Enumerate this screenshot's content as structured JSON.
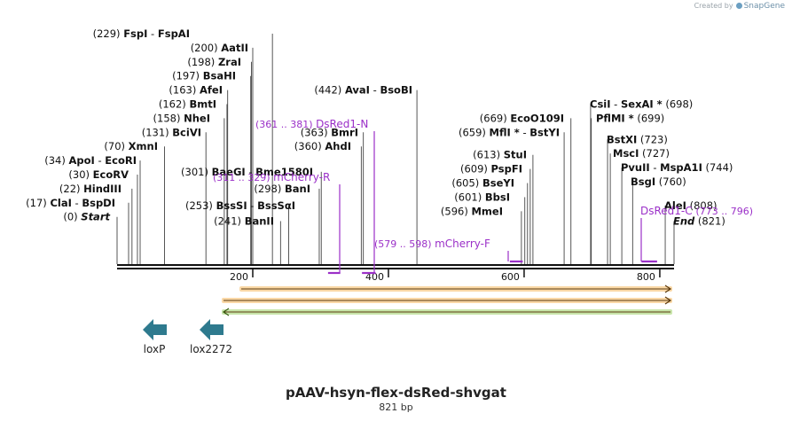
{
  "app": {
    "credit": "Created by",
    "brand": "SnapGene"
  },
  "plasmid": {
    "name": "pAAV-hsyn-flex-dsRed-shvgat",
    "length_label": "821 bp",
    "length": 821
  },
  "ruler": {
    "ticks": [
      200,
      400,
      600,
      800
    ]
  },
  "sites": [
    {
      "pos": "(229)",
      "name": "FspI",
      "name2": "FspAI",
      "side": "L",
      "row": 0,
      "bp": 229
    },
    {
      "pos": "(200)",
      "name": "AatII",
      "side": "L",
      "row": 1,
      "bp": 200
    },
    {
      "pos": "(198)",
      "name": "ZraI",
      "side": "L",
      "row": 2,
      "bp": 198
    },
    {
      "pos": "(197)",
      "name": "BsaHI",
      "side": "L",
      "row": 3,
      "bp": 197
    },
    {
      "pos": "(163)",
      "name": "AfeI",
      "side": "L",
      "row": 4,
      "bp": 163
    },
    {
      "pos": "(162)",
      "name": "BmtI",
      "side": "L",
      "row": 5,
      "bp": 162
    },
    {
      "pos": "(158)",
      "name": "NheI",
      "side": "L",
      "row": 6,
      "bp": 158
    },
    {
      "pos": "(131)",
      "name": "BciVI",
      "side": "L",
      "row": 7,
      "bp": 131
    },
    {
      "pos": "(70)",
      "name": "XmnI",
      "side": "L",
      "row": 8,
      "bp": 70
    },
    {
      "pos": "(34)",
      "name": "ApoI",
      "name2": "EcoRI",
      "side": "L",
      "row": 9,
      "bp": 34
    },
    {
      "pos": "(30)",
      "name": "EcoRV",
      "side": "L",
      "row": 10,
      "bp": 30
    },
    {
      "pos": "(22)",
      "name": "HindIII",
      "side": "L",
      "row": 11,
      "bp": 22
    },
    {
      "pos": "(17)",
      "name": "ClaI",
      "name2": "BspDI",
      "side": "L",
      "row": 12,
      "bp": 17
    },
    {
      "pos": "(0)",
      "name": "Start",
      "italic": true,
      "side": "L",
      "row": 13,
      "bp": 0
    },
    {
      "pos": "(301)",
      "name": "BaeGI",
      "name2": "Bme1580I",
      "side": "L",
      "row": 9.8,
      "bp": 301
    },
    {
      "pos": "(298)",
      "name": "BanI",
      "side": "L",
      "row": 11,
      "bp": 298
    },
    {
      "pos": "(253)",
      "name": "BssSI",
      "name2": "BssSαI",
      "side": "L",
      "row": 12.2,
      "bp": 253
    },
    {
      "pos": "(241)",
      "name": "BanII",
      "side": "L",
      "row": 13.3,
      "bp": 241
    },
    {
      "pos": "(442)",
      "name": "AvaI",
      "name2": "BsoBI",
      "side": "L",
      "row": 4,
      "bp": 442
    },
    {
      "pos": "(363)",
      "name": "BmrI",
      "side": "L",
      "row": 7,
      "bp": 363
    },
    {
      "pos": "(360)",
      "name": "AhdI",
      "side": "L",
      "row": 8,
      "bp": 360
    },
    {
      "pos": "(669)",
      "name": "EcoO109I",
      "side": "L",
      "row": 6,
      "bp": 669
    },
    {
      "pos": "(659)",
      "name": "MflI *",
      "name2": "BstYI",
      "side": "L",
      "row": 7,
      "bp": 659
    },
    {
      "pos": "(613)",
      "name": "StuI",
      "side": "L",
      "row": 8.6,
      "bp": 613
    },
    {
      "pos": "(609)",
      "name": "PspFI",
      "side": "L",
      "row": 9.6,
      "bp": 609
    },
    {
      "pos": "(605)",
      "name": "BseYI",
      "side": "L",
      "row": 10.6,
      "bp": 605
    },
    {
      "pos": "(601)",
      "name": "BbsI",
      "side": "L",
      "row": 11.6,
      "bp": 601
    },
    {
      "pos": "(596)",
      "name": "MmeI",
      "side": "L",
      "row": 12.6,
      "bp": 596
    },
    {
      "pos": "(698)",
      "name": "CsiI",
      "name2": "SexAI *",
      "side": "R",
      "row": 5,
      "bp": 698
    },
    {
      "pos": "(699)",
      "name": "PflMI *",
      "side": "R",
      "row": 6,
      "bp": 699
    },
    {
      "pos": "(723)",
      "name": "BstXI",
      "side": "R",
      "row": 7.5,
      "bp": 723
    },
    {
      "pos": "(727)",
      "name": "MscI",
      "side": "R",
      "row": 8.5,
      "bp": 727
    },
    {
      "pos": "(744)",
      "name": "PvuII",
      "name2": "MspA1I",
      "side": "R",
      "row": 9.5,
      "bp": 744
    },
    {
      "pos": "(760)",
      "name": "BsgI",
      "side": "R",
      "row": 10.5,
      "bp": 760
    },
    {
      "pos": "(808)",
      "name": "AleI",
      "side": "R",
      "row": 12.2,
      "bp": 808
    },
    {
      "pos": "(821)",
      "name": "End",
      "italic": true,
      "side": "R",
      "row": 13.3,
      "bp": 821
    }
  ],
  "primers": [
    {
      "range": "(361 .. 381)",
      "name": "DsRed1-N",
      "start": 361,
      "end": 381,
      "dir": "R"
    },
    {
      "range": "(311 .. 329)",
      "name": "mCherry-R",
      "start": 311,
      "end": 329,
      "dir": "R"
    },
    {
      "range": "(579 .. 598)",
      "name": "mCherry-F",
      "start": 579,
      "end": 598,
      "dir": "F"
    },
    {
      "name": "DsRed1-C",
      "range": "(773 .. 796)",
      "start": 773,
      "end": 796,
      "dir": "F"
    }
  ],
  "features": [
    {
      "name": "loxP",
      "dir": "reverse",
      "color": "#2e7a8e"
    },
    {
      "name": "lox2272",
      "dir": "reverse",
      "color": "#2e7a8e"
    }
  ],
  "orfs": [
    {
      "dir": "forward",
      "color": "#f3a93a"
    },
    {
      "dir": "forward",
      "color": "#f3a93a"
    },
    {
      "dir": "reverse",
      "color": "#86c543"
    }
  ],
  "colors": {
    "primer": "#9b30c8",
    "backbone": "#111111"
  }
}
